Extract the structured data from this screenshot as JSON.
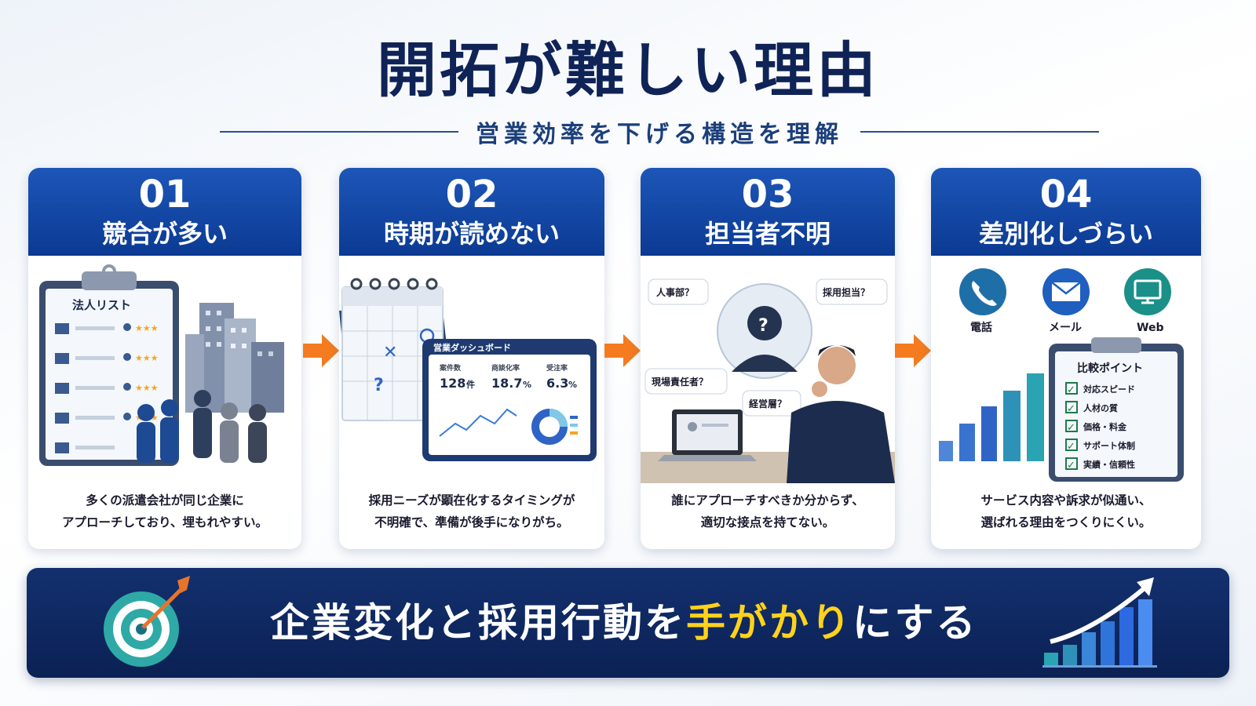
{
  "title": "開拓が難しい理由",
  "subtitle": "営業効率を下げる構造を理解",
  "cards": [
    {
      "num": "01",
      "title": "競合が多い",
      "text1": "多くの派遣会社が同じ企業に",
      "text2": "アプローチしており、埋もれやすい。",
      "list_title": "法人リスト"
    },
    {
      "num": "02",
      "title": "時期が読めない",
      "text1": "採用ニーズが顕在化するタイミングが",
      "text2": "不明確で、準備が後手になりがち。",
      "dashboard": {
        "title": "営業ダッシュボード",
        "stats": [
          {
            "label": "案件数",
            "value": "128",
            "unit": "件"
          },
          {
            "label": "商談化率",
            "value": "18.7",
            "unit": "%"
          },
          {
            "label": "受注率",
            "value": "6.3",
            "unit": "%"
          }
        ]
      }
    },
    {
      "num": "03",
      "title": "担当者不明",
      "text1": "誰にアプローチすべきか分からず、",
      "text2": "適切な接点を持てない。",
      "bubbles": [
        "人事部？",
        "採用担当？",
        "現場責任者？",
        "経営層？"
      ]
    },
    {
      "num": "04",
      "title": "差別化しづらい",
      "text1": "サービス内容や訴求が似通い、",
      "text2": "選ばれる理由をつくりにくい。",
      "channels": [
        "電話",
        "メール",
        "Web"
      ],
      "checklist_title": "比較ポイント",
      "checklist": [
        "対応スピード",
        "人材の質",
        "価格・料金",
        "サポート体制",
        "実績・信頼性"
      ]
    }
  ],
  "banner": {
    "text_pre": "企業変化と採用行動を",
    "text_hl": "手がかり",
    "text_post": "にする"
  },
  "colors": {
    "navy": "#0f2356",
    "card_header": "#1d56b8",
    "arrow": "#f47b20",
    "highlight": "#ffd21c"
  }
}
